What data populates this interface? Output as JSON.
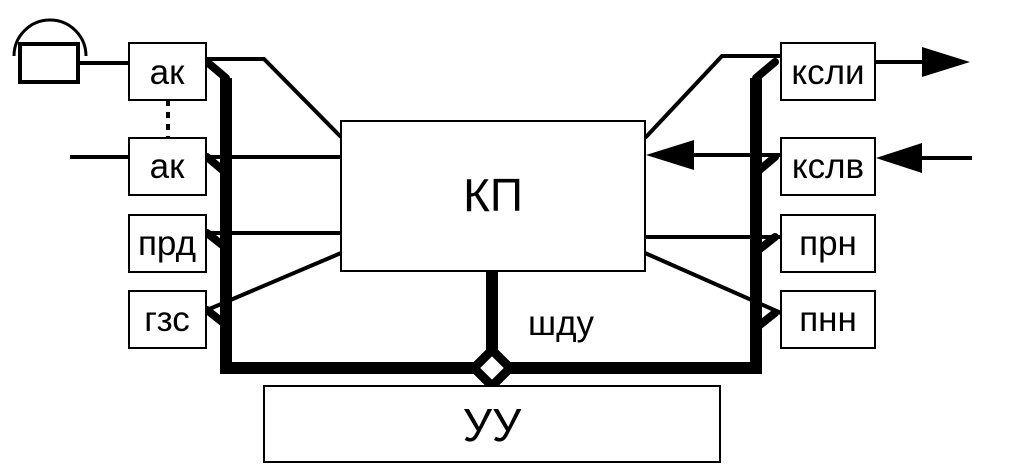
{
  "blocks": {
    "kp": "КП",
    "uu": "УУ",
    "shdu": "шду",
    "ak_top": "ак",
    "ak_bottom": "ак",
    "prd": "прд",
    "gzs": "гзс",
    "ksli": "ксли",
    "kslv": "кслв",
    "prn": "прн",
    "pnn": "пнн"
  },
  "icons": {
    "headset": "headset-icon"
  },
  "colors": {
    "stroke": "#000000",
    "background": "#ffffff"
  }
}
